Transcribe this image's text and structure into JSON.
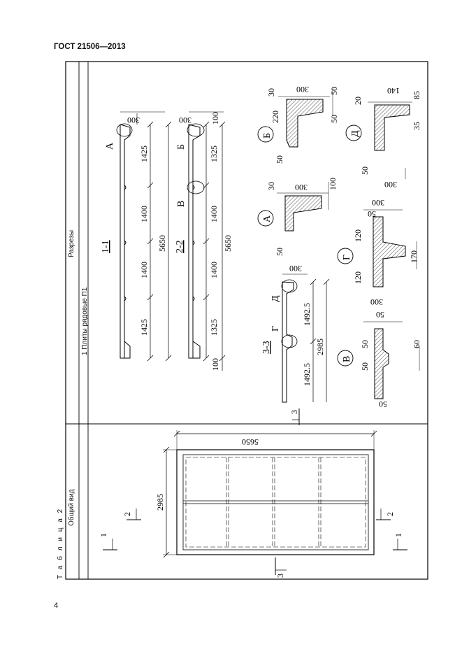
{
  "header": {
    "standard": "ГОСТ 21506—2013"
  },
  "page_number": "4",
  "table": {
    "caption": "Т а б л и ц а  2",
    "col_general": "Общий вид",
    "col_sections": "Разрезы",
    "row_label": "1 Плиты рядовые П1"
  },
  "plan": {
    "length": "5650",
    "width": "2985",
    "cut1": "1",
    "cut2": "2",
    "cut3": "3"
  },
  "section_1_1": {
    "title": "1-1",
    "spans": [
      "1425",
      "1400",
      "1400",
      "1425"
    ],
    "total": "5650",
    "rib_width": "300",
    "mark": "А"
  },
  "section_2_2": {
    "title": "2-2",
    "spans": [
      "1325",
      "1400",
      "1400",
      "1325"
    ],
    "total": "5650",
    "rib_width": "300",
    "edge": "100",
    "mark_b": "Б",
    "mark_v": "В"
  },
  "section_3_3": {
    "title": "3-3",
    "spans": [
      "1492.5",
      "1492.5"
    ],
    "total": "2985",
    "rib_width": "300",
    "mark_g": "Г",
    "mark_d": "Д",
    "cut": "3"
  },
  "details": {
    "A": {
      "label": "А",
      "d1": "30",
      "d2": "300",
      "d3": "100",
      "d4": "50"
    },
    "B": {
      "label": "Б",
      "d1": "30",
      "d2": "300",
      "d3": "50",
      "d4": "220",
      "d5": "50",
      "d6": "50"
    },
    "V": {
      "label": "В",
      "d1": "50",
      "d2": "50",
      "d3": "300",
      "d4": "60",
      "d5": "50",
      "d6": "50"
    },
    "G": {
      "label": "Г",
      "d1": "120",
      "d2": "120",
      "d3": "300",
      "d4": "50",
      "d5": "170"
    },
    "D": {
      "label": "Д",
      "d1": "20",
      "d2": "140",
      "d3": "85",
      "d4": "35",
      "d5": "300",
      "d6": "50"
    }
  }
}
